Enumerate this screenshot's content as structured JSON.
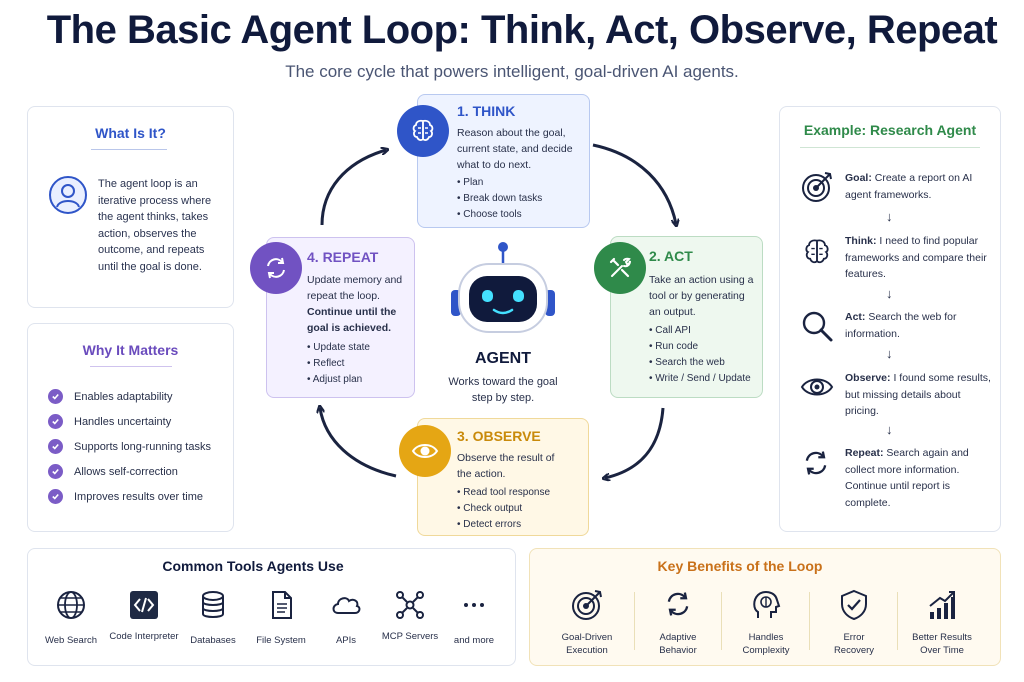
{
  "header": {
    "title": "The Basic Agent Loop: Think, Act, Observe, Repeat",
    "subtitle": "The core cycle that powers intelligent, goal-driven AI agents."
  },
  "what_is_it": {
    "heading": "What Is It?",
    "text": "The agent loop is an iterative process where the agent thinks, takes action, observes the outcome, and repeats until the goal is done.",
    "icon": "user-icon"
  },
  "why_it_matters": {
    "heading": "Why It Matters",
    "items": [
      "Enables adaptability",
      "Handles uncertainty",
      "Supports long-running tasks",
      "Allows self-correction",
      "Improves results over time"
    ]
  },
  "steps": {
    "think": {
      "title": "1. THINK",
      "desc": "Reason about the goal, current state, and decide what to do next.",
      "items": [
        "Plan",
        "Break down tasks",
        "Choose tools"
      ],
      "icon": "brain-icon",
      "color": "#2f55c8"
    },
    "act": {
      "title": "2. ACT",
      "desc": "Take an action using a tool or by generating an output.",
      "items": [
        "Call API",
        "Run code",
        "Search the web",
        "Write / Send / Update"
      ],
      "icon": "tools-icon",
      "color": "#2f8a4a"
    },
    "observe": {
      "title": "3. OBSERVE",
      "desc": "Observe the result of the action.",
      "items": [
        "Read tool response",
        "Check output",
        "Detect errors"
      ],
      "icon": "eye-icon",
      "color": "#d99a12"
    },
    "repeat": {
      "title": "4. REPEAT",
      "desc": "Update memory and repeat the loop.",
      "desc_bold": "Continue until the goal is achieved.",
      "items": [
        "Update state",
        "Reflect",
        "Adjust plan"
      ],
      "icon": "cycle-icon",
      "color": "#7152c2"
    }
  },
  "agent": {
    "label": "AGENT",
    "caption": "Works toward the goal step by step.",
    "icon": "robot-icon"
  },
  "example": {
    "heading": "Example: Research Agent",
    "rows": [
      {
        "icon": "target-icon",
        "label": "Goal:",
        "text": " Create a report on AI agent frameworks."
      },
      {
        "icon": "brain-icon",
        "label": "Think:",
        "text": " I need to find popular frameworks and compare their features."
      },
      {
        "icon": "search-icon",
        "label": "Act:",
        "text": " Search the web for information."
      },
      {
        "icon": "eye-icon",
        "label": "Observe:",
        "text": " I found some results, but missing details about pricing."
      },
      {
        "icon": "cycle-icon",
        "label": "Repeat:",
        "text": " Search again and collect more information. Continue until report is complete."
      }
    ],
    "arrow": "↓"
  },
  "tools": {
    "heading": "Common Tools Agents Use",
    "items": [
      {
        "icon": "globe-icon",
        "label": "Web Search"
      },
      {
        "icon": "code-icon",
        "label": "Code Interpreter"
      },
      {
        "icon": "database-icon",
        "label": "Databases"
      },
      {
        "icon": "file-icon",
        "label": "File System"
      },
      {
        "icon": "cloud-icon",
        "label": "APIs"
      },
      {
        "icon": "network-icon",
        "label": "MCP Servers"
      },
      {
        "icon": "more-icon",
        "label": "and more"
      }
    ]
  },
  "benefits": {
    "heading": "Key Benefits of the Loop",
    "items": [
      {
        "icon": "target-icon",
        "label": "Goal-Driven Execution"
      },
      {
        "icon": "cycle-icon",
        "label": "Adaptive Behavior"
      },
      {
        "icon": "head-icon",
        "label": "Handles Complexity"
      },
      {
        "icon": "shield-icon",
        "label": "Error Recovery"
      },
      {
        "icon": "growth-icon",
        "label": "Better Results Over Time"
      }
    ]
  },
  "colors": {
    "navy": "#101a3c",
    "blue": "#2f55c8",
    "green": "#2f8a4a",
    "amber": "#d99a12",
    "purple": "#7152c2",
    "orange": "#c9711a"
  }
}
